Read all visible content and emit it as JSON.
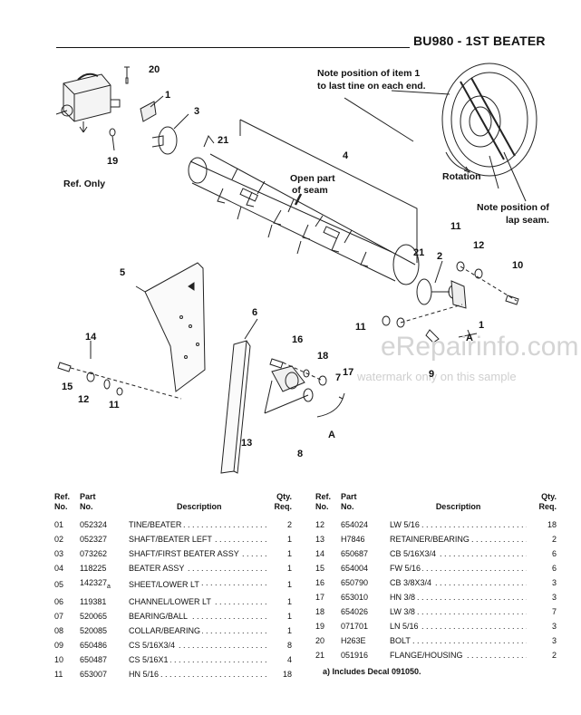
{
  "header": {
    "title": "BU980 - 1ST BEATER"
  },
  "diagram": {
    "callouts": [
      "20",
      "1",
      "3",
      "19",
      "21",
      "4",
      "21",
      "2",
      "11",
      "12",
      "10",
      "5",
      "6",
      "16",
      "18",
      "17",
      "14",
      "7",
      "9",
      "11",
      "15",
      "12",
      "11",
      "13",
      "8",
      "1"
    ],
    "ref_only": "Ref. Only",
    "open_seam": [
      "Open part",
      "of seam"
    ],
    "note_item1": [
      "Note position of item 1",
      "to last tine on each end."
    ],
    "rotation": "Rotation",
    "note_lap": [
      "Note position of",
      "lap seam."
    ],
    "arrow_label_a": "A",
    "watermark": "eRepairinfo.com",
    "watermark_sub": "watermark only on this sample"
  },
  "table": {
    "headers": {
      "ref": [
        "Ref.",
        "No."
      ],
      "part": [
        "Part",
        "No."
      ],
      "desc": "Description",
      "qty": [
        "Qty.",
        "Req."
      ]
    },
    "left": [
      {
        "ref": "01",
        "part": "052324",
        "desc": "TINE/BEATER",
        "qty": "2"
      },
      {
        "ref": "02",
        "part": "052327",
        "desc": "SHAFT/BEATER LEFT",
        "qty": "1"
      },
      {
        "ref": "03",
        "part": "073262",
        "desc": "SHAFT/FIRST BEATER ASSY",
        "qty": "1"
      },
      {
        "ref": "04",
        "part": "118225",
        "desc": "BEATER ASSY",
        "qty": "1"
      },
      {
        "ref": "05",
        "part": "142327",
        "desc": "SHEET/LOWER LT",
        "qty": "1",
        "sub": "a"
      },
      {
        "ref": "06",
        "part": "119381",
        "desc": "CHANNEL/LOWER LT",
        "qty": "1"
      },
      {
        "ref": "07",
        "part": "520065",
        "desc": "BEARING/BALL",
        "qty": "1"
      },
      {
        "ref": "08",
        "part": "520085",
        "desc": "COLLAR/BEARING",
        "qty": "1"
      },
      {
        "ref": "09",
        "part": "650486",
        "desc": "CS 5/16X3/4",
        "qty": "8"
      },
      {
        "ref": "10",
        "part": "650487",
        "desc": "CS 5/16X1",
        "qty": "4"
      },
      {
        "ref": "11",
        "part": "653007",
        "desc": "HN 5/16",
        "qty": "18"
      }
    ],
    "right": [
      {
        "ref": "12",
        "part": "654024",
        "desc": "LW 5/16",
        "qty": "18"
      },
      {
        "ref": "13",
        "part": "H7846",
        "desc": "RETAINER/BEARING",
        "qty": "2"
      },
      {
        "ref": "14",
        "part": "650687",
        "desc": "CB 5/16X3/4",
        "qty": "6"
      },
      {
        "ref": "15",
        "part": "654004",
        "desc": "FW 5/16",
        "qty": "6"
      },
      {
        "ref": "16",
        "part": "650790",
        "desc": "CB 3/8X3/4",
        "qty": "3"
      },
      {
        "ref": "17",
        "part": "653010",
        "desc": "HN 3/8",
        "qty": "3"
      },
      {
        "ref": "18",
        "part": "654026",
        "desc": "LW 3/8",
        "qty": "7"
      },
      {
        "ref": "19",
        "part": "071701",
        "desc": "LN 5/16",
        "qty": "3"
      },
      {
        "ref": "20",
        "part": "H263E",
        "desc": "BOLT",
        "qty": "3"
      },
      {
        "ref": "21",
        "part": "051916",
        "desc": "FLANGE/HOUSING",
        "qty": "2"
      }
    ],
    "footnote": "a) Includes Decal 091050."
  }
}
